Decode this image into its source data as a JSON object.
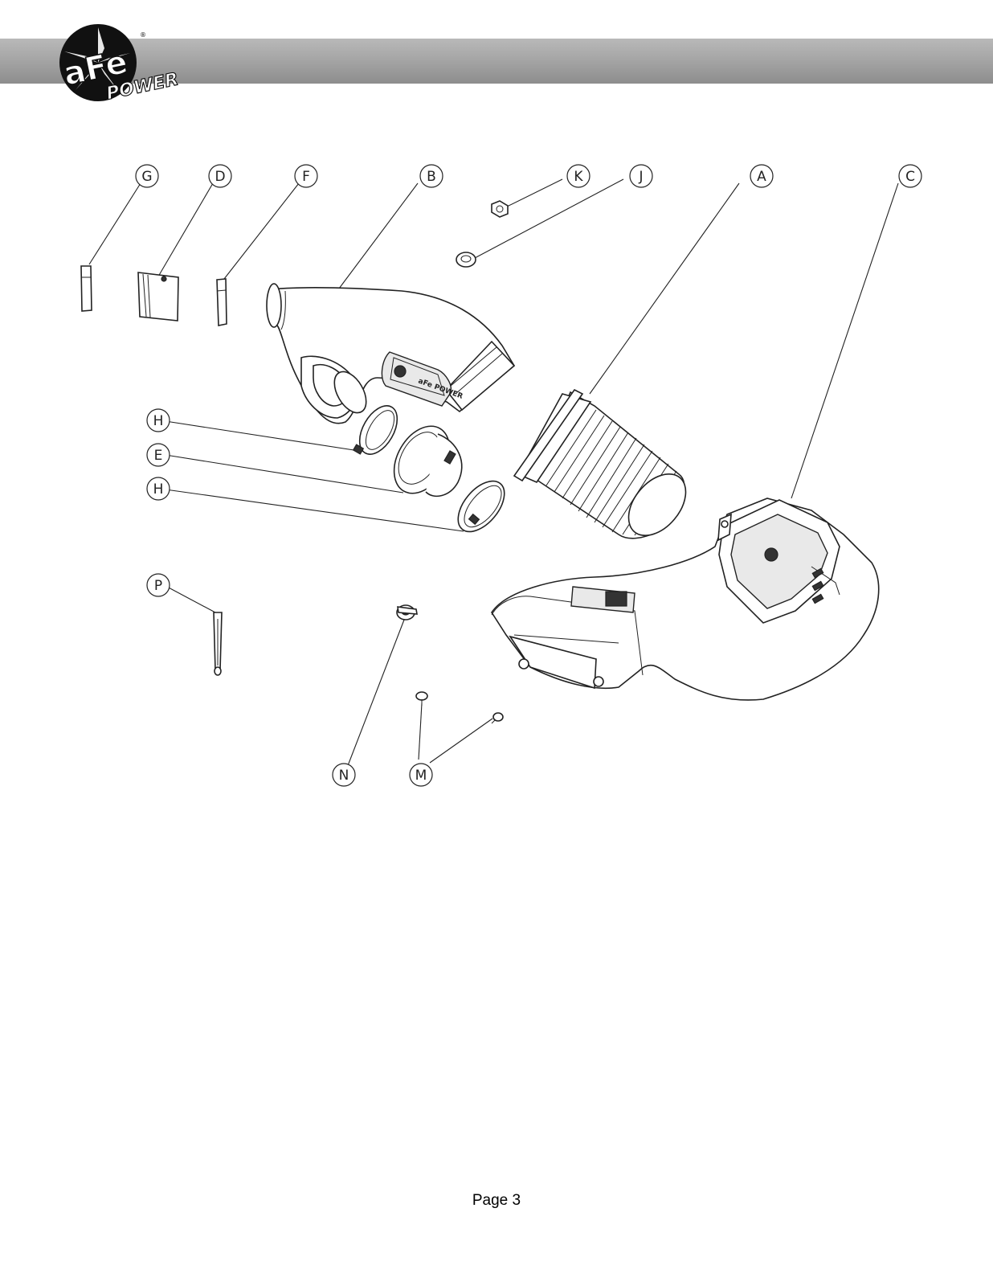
{
  "header": {
    "logo_top": "aFe",
    "logo_bottom": "POWER",
    "logo_mark": "®"
  },
  "diagram": {
    "callouts": [
      "G",
      "D",
      "F",
      "B",
      "K",
      "J",
      "A",
      "C",
      "H",
      "E",
      "H",
      "P",
      "N",
      "M"
    ],
    "badge_text": "aFe POWER"
  },
  "footer": {
    "page_label": "Page 3"
  }
}
